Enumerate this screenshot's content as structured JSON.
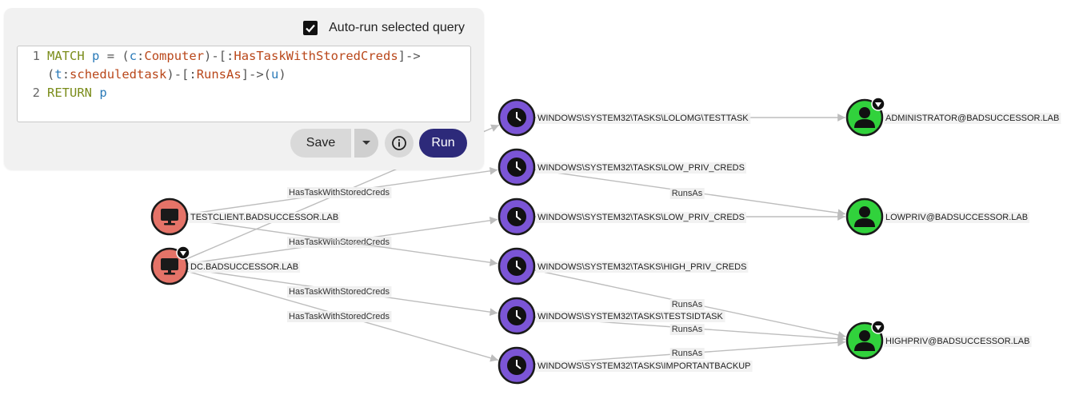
{
  "colors": {
    "computer_fill": "#e57368",
    "task_fill": "#7b55d6",
    "user_fill": "#31d23c",
    "node_stroke": "#1a1a1a",
    "run_button": "#2d2a7a"
  },
  "query_panel": {
    "auto_run_label": "Auto-run selected query",
    "auto_run_checked": true,
    "code_lines": [
      {
        "num": "1",
        "tokens": [
          {
            "t": "MATCH",
            "c": "kw"
          },
          {
            "t": " ",
            "c": "pun"
          },
          {
            "t": "p",
            "c": "var"
          },
          {
            "t": " = (",
            "c": "pun"
          },
          {
            "t": "c",
            "c": "var"
          },
          {
            "t": ":",
            "c": "pun"
          },
          {
            "t": "Computer",
            "c": "lbl"
          },
          {
            "t": ")-[:",
            "c": "pun"
          },
          {
            "t": "HasTaskWithStoredCreds",
            "c": "lbl"
          },
          {
            "t": "]->",
            "c": "pun"
          }
        ]
      },
      {
        "num": "",
        "tokens": [
          {
            "t": "(",
            "c": "pun"
          },
          {
            "t": "t",
            "c": "var"
          },
          {
            "t": ":",
            "c": "pun"
          },
          {
            "t": "scheduledtask",
            "c": "lbl"
          },
          {
            "t": ")-[:",
            "c": "pun"
          },
          {
            "t": "RunsAs",
            "c": "lbl"
          },
          {
            "t": "]->(",
            "c": "pun"
          },
          {
            "t": "u",
            "c": "var"
          },
          {
            "t": ")",
            "c": "pun"
          }
        ]
      },
      {
        "num": "2",
        "tokens": [
          {
            "t": "RETURN",
            "c": "kw"
          },
          {
            "t": " ",
            "c": "pun"
          },
          {
            "t": "p",
            "c": "var"
          }
        ]
      }
    ],
    "save_label": "Save",
    "run_label": "Run"
  },
  "graph": {
    "nodes": [
      {
        "id": "testclient",
        "type": "computer",
        "label": "TESTCLIENT.BADSUCCESSOR.LAB",
        "badge": false
      },
      {
        "id": "dc",
        "type": "computer",
        "label": "DC.BADSUCCESSOR.LAB",
        "badge": true
      },
      {
        "id": "t_lolomg",
        "type": "task",
        "label": "WINDOWS\\SYSTEM32\\TASKS\\LOLOMG\\TESTTASK",
        "badge": false
      },
      {
        "id": "t_lowpriv1",
        "type": "task",
        "label": "WINDOWS\\SYSTEM32\\TASKS\\LOW_PRIV_CREDS",
        "badge": false
      },
      {
        "id": "t_lowpriv2",
        "type": "task",
        "label": "WINDOWS\\SYSTEM32\\TASKS\\LOW_PRIV_CREDS",
        "badge": false
      },
      {
        "id": "t_highpriv",
        "type": "task",
        "label": "WINDOWS\\SYSTEM32\\TASKS\\HIGH_PRIV_CREDS",
        "badge": false
      },
      {
        "id": "t_testsid",
        "type": "task",
        "label": "WINDOWS\\SYSTEM32\\TASKS\\TESTSIDTASK",
        "badge": false
      },
      {
        "id": "t_backup",
        "type": "task",
        "label": "WINDOWS\\SYSTEM32\\TASKS\\IMPORTANTBACKUP",
        "badge": false
      },
      {
        "id": "u_admin",
        "type": "user",
        "label": "ADMINISTRATOR@BADSUCCESSOR.LAB",
        "badge": true
      },
      {
        "id": "u_low",
        "type": "user",
        "label": "LOWPRIV@BADSUCCESSOR.LAB",
        "badge": false
      },
      {
        "id": "u_high",
        "type": "user",
        "label": "HIGHPRIV@BADSUCCESSOR.LAB",
        "badge": true
      }
    ],
    "edges": [
      {
        "from": "dc",
        "to": "t_lolomg",
        "label": ""
      },
      {
        "from": "testclient",
        "to": "t_lowpriv1",
        "label": "HasTaskWithStoredCreds"
      },
      {
        "from": "dc",
        "to": "t_lowpriv2",
        "label": "HasTaskWithStoredCreds"
      },
      {
        "from": "testclient",
        "to": "t_highpriv",
        "label": ""
      },
      {
        "from": "dc",
        "to": "t_testsid",
        "label": "HasTaskWithStoredCreds"
      },
      {
        "from": "dc",
        "to": "t_backup",
        "label": "HasTaskWithStoredCreds"
      },
      {
        "from": "t_lolomg",
        "to": "u_admin",
        "label": ""
      },
      {
        "from": "t_lowpriv1",
        "to": "u_low",
        "label": "RunsAs"
      },
      {
        "from": "t_lowpriv2",
        "to": "u_low",
        "label": ""
      },
      {
        "from": "t_highpriv",
        "to": "u_high",
        "label": "RunsAs"
      },
      {
        "from": "t_testsid",
        "to": "u_high",
        "label": "RunsAs"
      },
      {
        "from": "t_backup",
        "to": "u_high",
        "label": "RunsAs"
      }
    ]
  }
}
